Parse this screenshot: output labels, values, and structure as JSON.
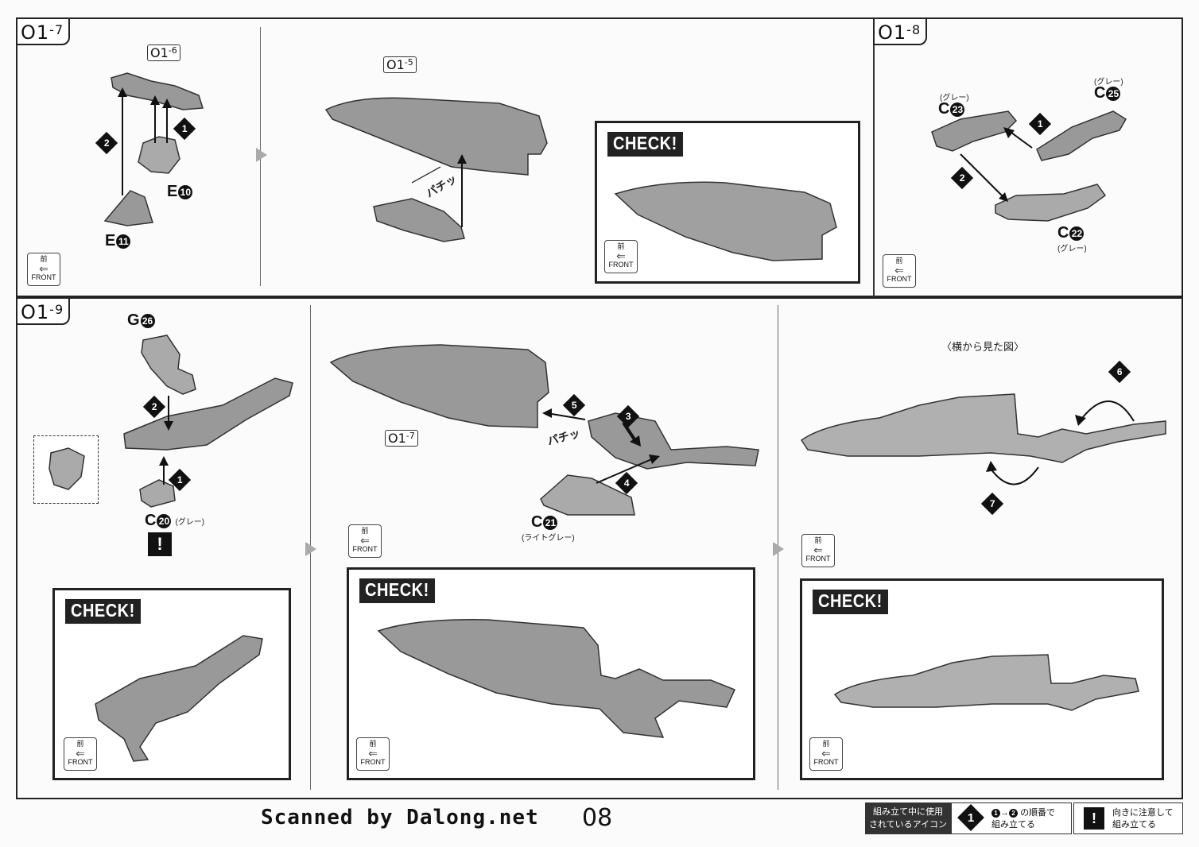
{
  "steps": {
    "s7": {
      "label": "O1",
      "sub": "-7"
    },
    "s8": {
      "label": "O1",
      "sub": "-8"
    },
    "s9": {
      "label": "O1",
      "sub": "-9"
    }
  },
  "refs": {
    "r6": {
      "label": "O1",
      "sub": "-6"
    },
    "r5": {
      "label": "O1",
      "sub": "-5"
    },
    "r7b": {
      "label": "O1",
      "sub": "-7"
    }
  },
  "parts": {
    "e10": {
      "letter": "E",
      "num": "10"
    },
    "e11": {
      "letter": "E",
      "num": "11"
    },
    "c23": {
      "letter": "C",
      "num": "23",
      "note": "(グレー)"
    },
    "c25": {
      "letter": "C",
      "num": "25",
      "note": "(グレー)"
    },
    "c22": {
      "letter": "C",
      "num": "22",
      "note": "(グレー)"
    },
    "g26": {
      "letter": "G",
      "num": "26"
    },
    "c20": {
      "letter": "C",
      "num": "20",
      "note": "(グレー)"
    },
    "c21": {
      "letter": "C",
      "num": "21",
      "note": "(ライトグレー)"
    }
  },
  "step_numbers": [
    "1",
    "2",
    "3",
    "4",
    "5",
    "6",
    "7"
  ],
  "sound": "パチッ",
  "side_view_caption": "〈横から見た図〉",
  "check_label": "CHECK!",
  "front_icon": {
    "kanji": "前",
    "word": "FRONT"
  },
  "footer": {
    "credit": "Scanned by Dalong.net",
    "page": "08",
    "legend_title": "組み立て中に使用されているアイコン",
    "legend_order": "1→2 の順番で組み立てる",
    "legend_order_from": "1",
    "legend_order_to": "2",
    "legend_order_text": "の順番で",
    "legend_order_text2": "組み立てる",
    "legend_caution": "向きに注意して組み立てる",
    "legend_caution_text": "向きに注意して",
    "legend_caution_text2": "組み立てる",
    "legend_title_1": "組み立て中に使用",
    "legend_title_2": "されているアイコン",
    "warn_symbol": "!"
  }
}
